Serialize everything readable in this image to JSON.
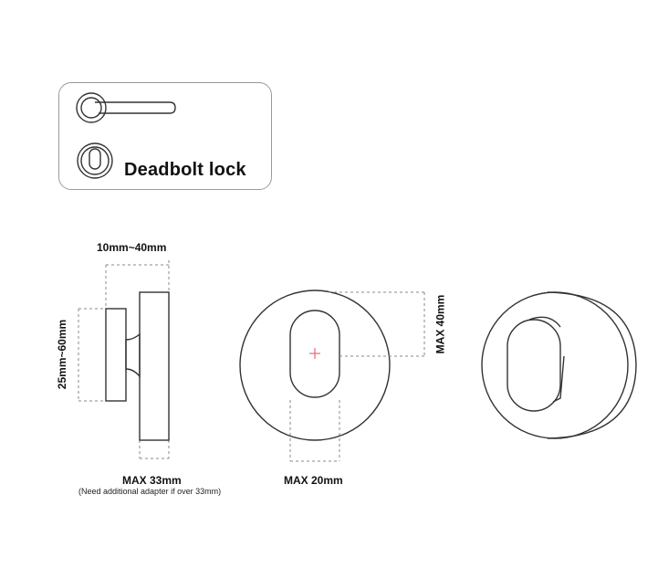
{
  "legend": {
    "title": "Deadbolt lock",
    "icons": [
      "door-handle-icon",
      "thumb-turn-icon"
    ]
  },
  "dimensions": {
    "door_thickness_range": "10mm~40mm",
    "rosette_height_range": "25mm~60mm",
    "max_rose_depth": "MAX 33mm",
    "adapter_note": "(Need additional adapter if over 33mm)",
    "max_knob_width": "MAX 20mm",
    "max_knob_height": "MAX 40mm"
  },
  "colors": {
    "line": "#333333",
    "dashed": "#888888",
    "center_mark": "#e05050"
  }
}
